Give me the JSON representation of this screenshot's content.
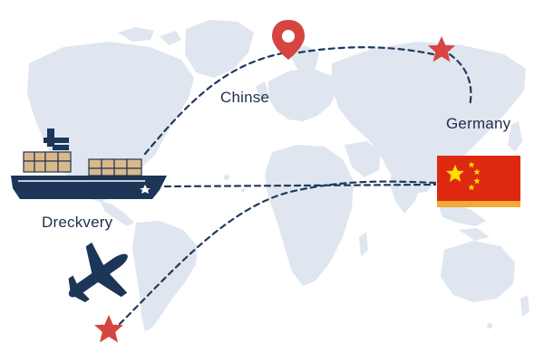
{
  "labels": {
    "north": "Chinse",
    "east": "Germany",
    "ship": "Dreckvery"
  },
  "colors": {
    "map": "#dfe6ef",
    "route": "#1e3a5f",
    "navy": "#1d3557",
    "red": "#d64541",
    "flag_red": "#de2910",
    "flag_yellow": "#ffde00",
    "flag_stripe": "#f4a938",
    "container": "#d9b98a"
  },
  "icons": [
    "map-pin-icon",
    "star-icon",
    "cargo-ship-icon",
    "airplane-icon",
    "china-flag-icon"
  ]
}
